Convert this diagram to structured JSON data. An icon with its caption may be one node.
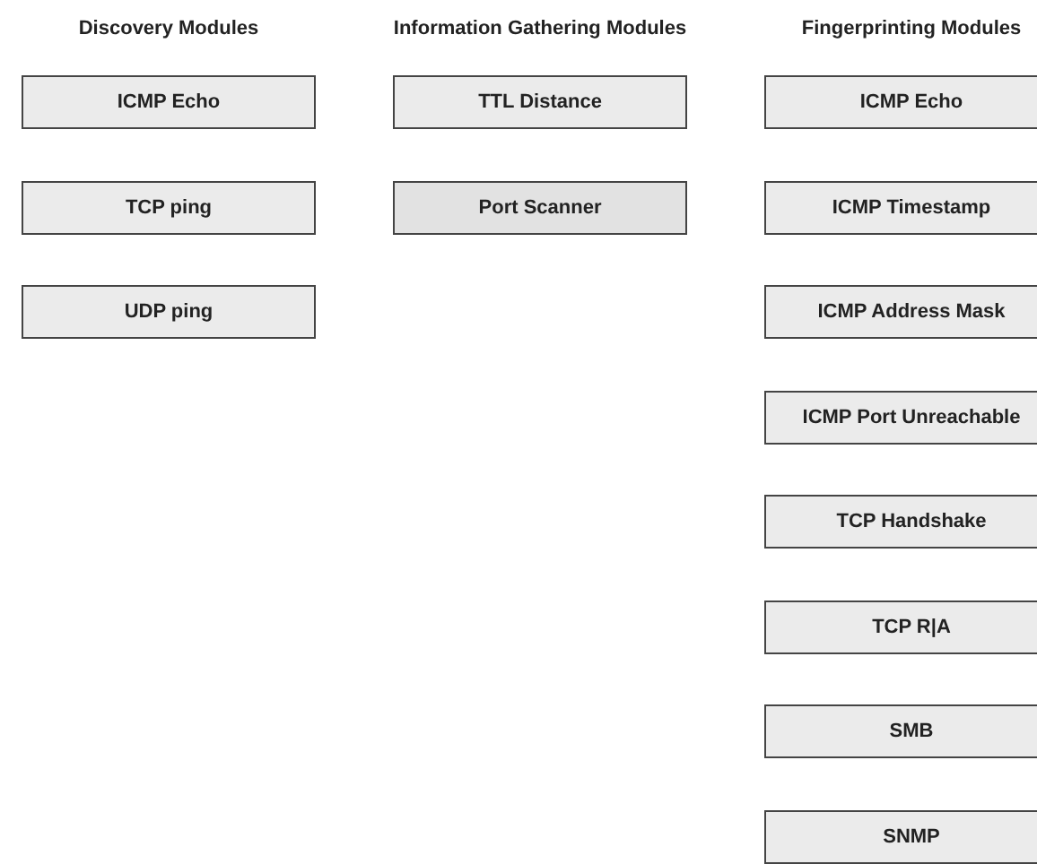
{
  "diagram": {
    "nodes": [
      {
        "text": [
          "ICMP Echo"
        ]
      },
      {
        "text": [
          "TCP ping"
        ]
      },
      {
        "text": [
          "UDP ping"
        ]
      },
      {
        "text": [
          "TTL Distance"
        ]
      },
      {
        "text": [
          "Port Scanner"
        ]
      },
      {
        "text": [
          "ICMP Echo"
        ]
      },
      {
        "text": [
          "ICMP Timestamp"
        ]
      },
      {
        "text": [
          "ICMP Address Mask"
        ]
      },
      {
        "text": [
          "ICMP Port Unreachable"
        ]
      },
      {
        "text": [
          "TCP Handshake"
        ]
      },
      {
        "text": [
          "TCP R|A"
        ]
      },
      {
        "text": [
          "SMB"
        ]
      },
      {
        "text": [
          "SNMP"
        ]
      }
    ],
    "labels": [
      "Discovery Modules",
      "Information Gathering Modules",
      "Fingerprinting Modules"
    ]
  }
}
